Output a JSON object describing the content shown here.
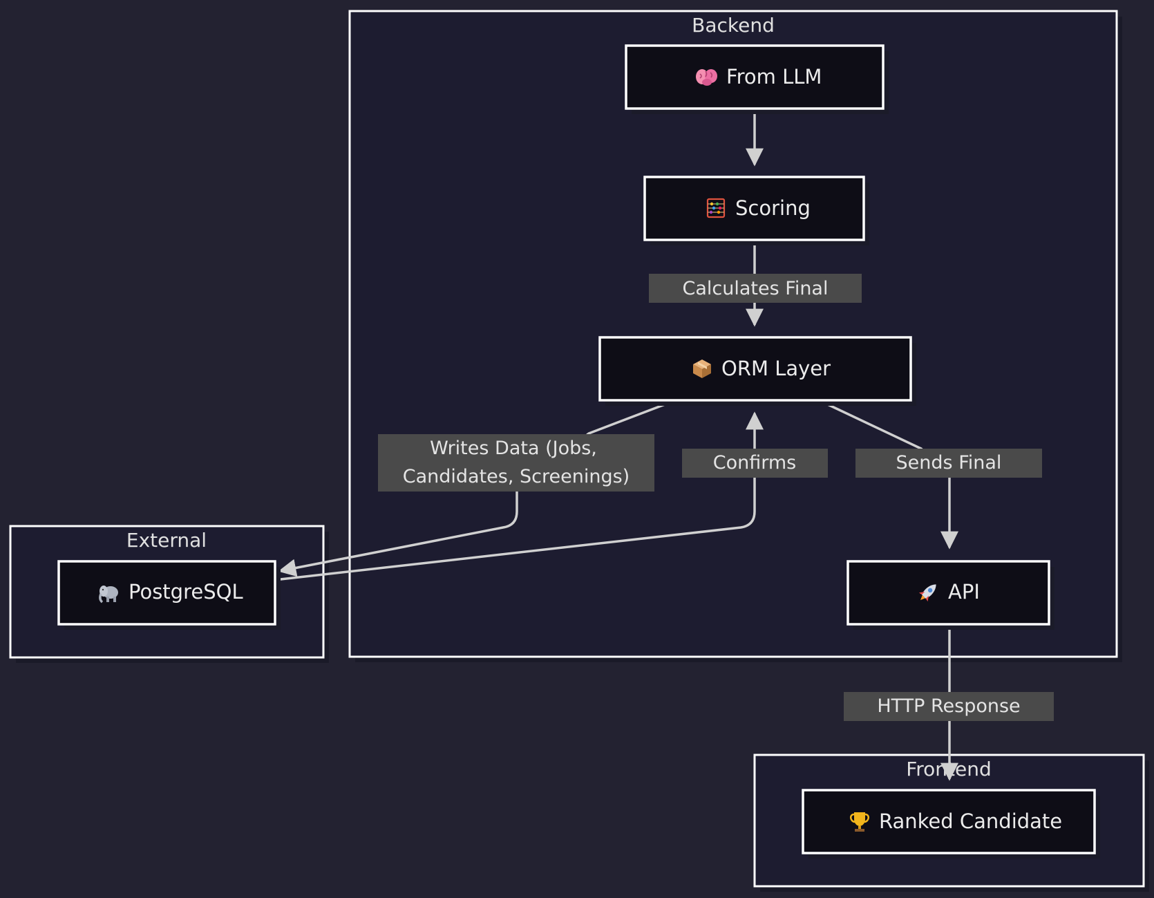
{
  "clusters": {
    "backend": {
      "title": "Backend"
    },
    "external": {
      "title": "External"
    },
    "frontend": {
      "title": "Frontend"
    }
  },
  "nodes": {
    "from_llm": {
      "label": "From LLM",
      "icon": "brain-icon"
    },
    "scoring": {
      "label": "Scoring",
      "icon": "abacus-icon"
    },
    "orm_layer": {
      "label": "ORM Layer",
      "icon": "package-icon"
    },
    "api": {
      "label": "API",
      "icon": "rocket-icon"
    },
    "postgresql": {
      "label": "PostgreSQL",
      "icon": "elephant-icon"
    },
    "ranked_candidate": {
      "label": "Ranked Candidate",
      "icon": "trophy-icon"
    }
  },
  "edges": {
    "calculates_final": {
      "label": "Calculates Final",
      "from": "Scoring",
      "to": "ORM Layer"
    },
    "writes_data": {
      "label_line1": "Writes Data (Jobs,",
      "label_line2": "Candidates, Screenings)",
      "from": "ORM Layer",
      "to": "PostgreSQL"
    },
    "confirms": {
      "label": "Confirms",
      "from": "PostgreSQL",
      "to": "ORM Layer"
    },
    "sends_final": {
      "label": "Sends Final",
      "from": "ORM Layer",
      "to": "API"
    },
    "http_response": {
      "label": "HTTP Response",
      "from": "API",
      "to": "Ranked Candidate"
    },
    "llm_to_scoring": {
      "from": "From LLM",
      "to": "Scoring"
    }
  },
  "colors": {
    "background": "#232231",
    "cluster_fill": "#1d1c30",
    "node_fill": "#0e0d16",
    "border": "#ffffff",
    "edge": "#d0d0d0",
    "label_bg": "#4a4a4a"
  }
}
